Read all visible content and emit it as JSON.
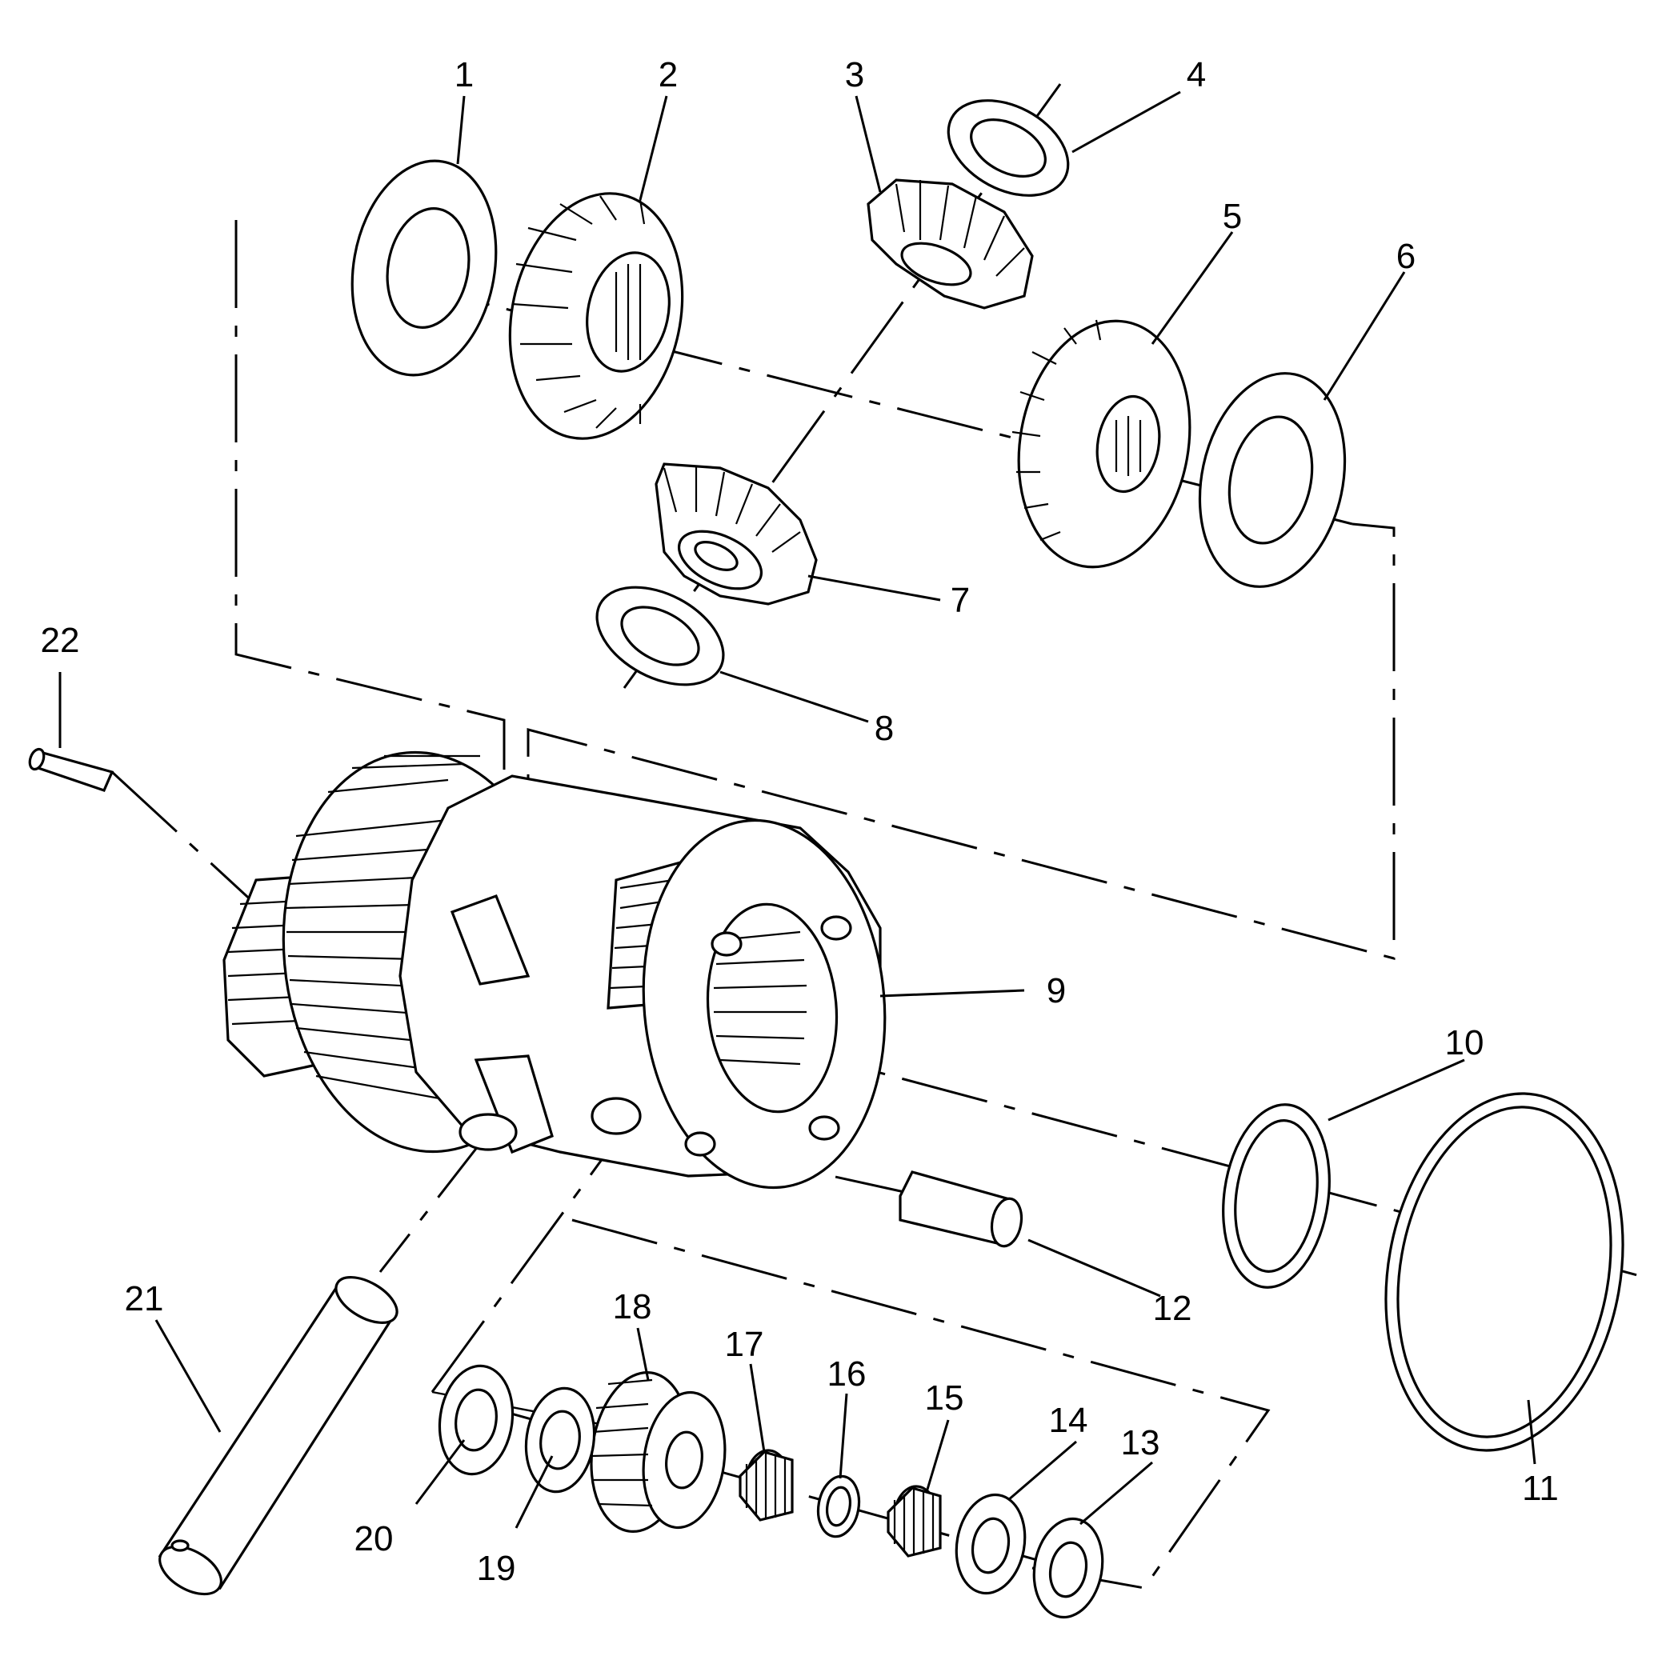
{
  "callouts": [
    "1",
    "2",
    "3",
    "4",
    "5",
    "6",
    "7",
    "8",
    "9",
    "10",
    "11",
    "12",
    "13",
    "14",
    "15",
    "16",
    "17",
    "18",
    "19",
    "20",
    "21",
    "22"
  ],
  "colors": {
    "line": "#000000",
    "background": "#ffffff"
  }
}
